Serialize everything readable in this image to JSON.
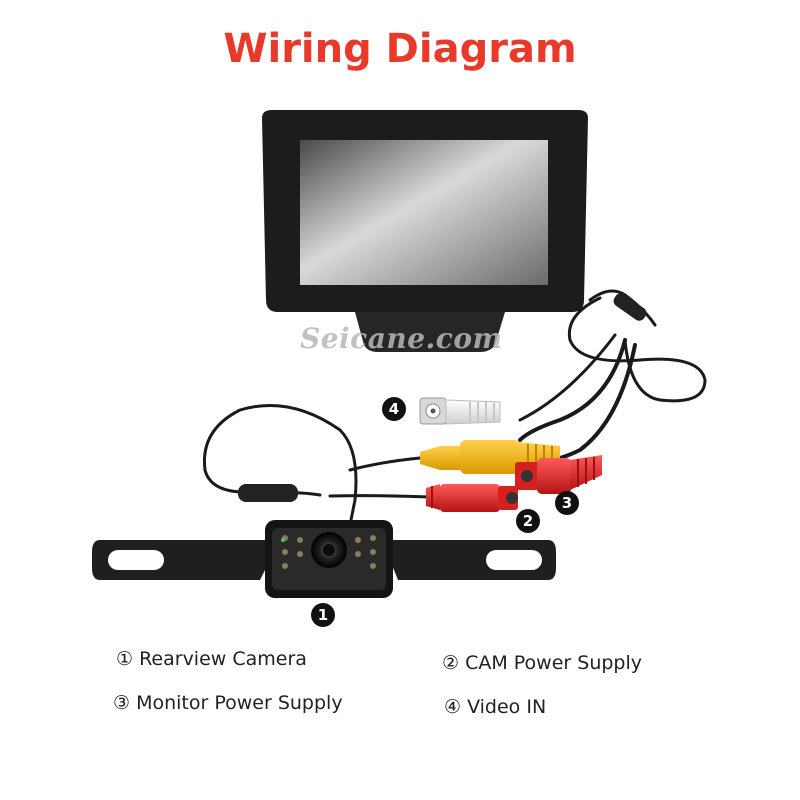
{
  "title": "Wiring Diagram",
  "watermark": "Seicane.com",
  "callouts": [
    {
      "id": "callout-1",
      "glyph": "1"
    },
    {
      "id": "callout-2",
      "glyph": "2"
    },
    {
      "id": "callout-3",
      "glyph": "3"
    },
    {
      "id": "callout-4",
      "glyph": "4"
    }
  ],
  "legend": [
    {
      "text": "① Rearview Camera"
    },
    {
      "text": "② CAM Power Supply"
    },
    {
      "text": "③ Monitor Power Supply"
    },
    {
      "text": "④ Video IN"
    }
  ],
  "colors": {
    "title": "#e8392b",
    "connector_yellow": "#f2b315",
    "connector_red": "#e02b2b",
    "connector_white": "#f2f2f2",
    "cable": "#1a1a1a"
  }
}
